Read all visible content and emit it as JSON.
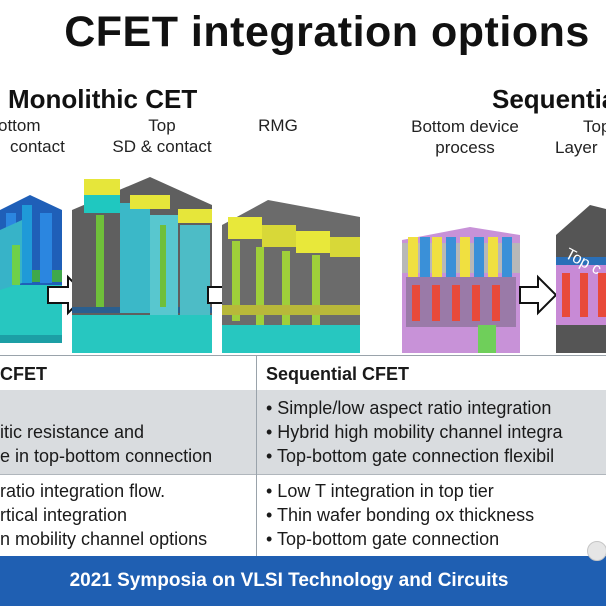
{
  "slide": {
    "title": "CFET integration options"
  },
  "sections": {
    "monolithic_title": "Monolithic CET",
    "sequential_title": "Sequentia"
  },
  "steps": {
    "bottom_sd": [
      "ottom",
      "contact"
    ],
    "top_sd": [
      "Top",
      "SD & contact"
    ],
    "rmg": "RMG",
    "bottom_device": [
      "Bottom device",
      "process"
    ],
    "top_layer": [
      "Top",
      "Layer"
    ]
  },
  "figure_labels": {
    "top_chip": "Top c"
  },
  "table": {
    "headers": [
      "CFET",
      "Sequential CFET"
    ],
    "rows": [
      {
        "left": [
          "",
          "itic resistance and",
          "e in top-bottom connection"
        ],
        "right": [
          "• Simple/low aspect ratio integration",
          "• Hybrid high mobility channel integra",
          "• Top-bottom gate connection flexibil"
        ]
      },
      {
        "left": [
          "ratio integration flow.",
          "rtical integration",
          "n mobility channel options"
        ],
        "right": [
          "• Low T integration in top tier",
          "• Thin wafer bonding ox thickness",
          "• Top-bottom gate connection"
        ]
      }
    ]
  },
  "footer": {
    "text": "2021 Symposia on VLSI Technology and Circuits"
  },
  "colors": {
    "footer_bg": "#1f5fb2",
    "row_shade": "#d9dcdf",
    "fin_cyan": "#1fc8c0",
    "fin_blue": "#1f6fd8",
    "gate_yellow": "#e8e83a",
    "gate_green": "#8fcf3a",
    "substrate_gray": "#6e6e6e",
    "magenta": "#c88ad6"
  }
}
